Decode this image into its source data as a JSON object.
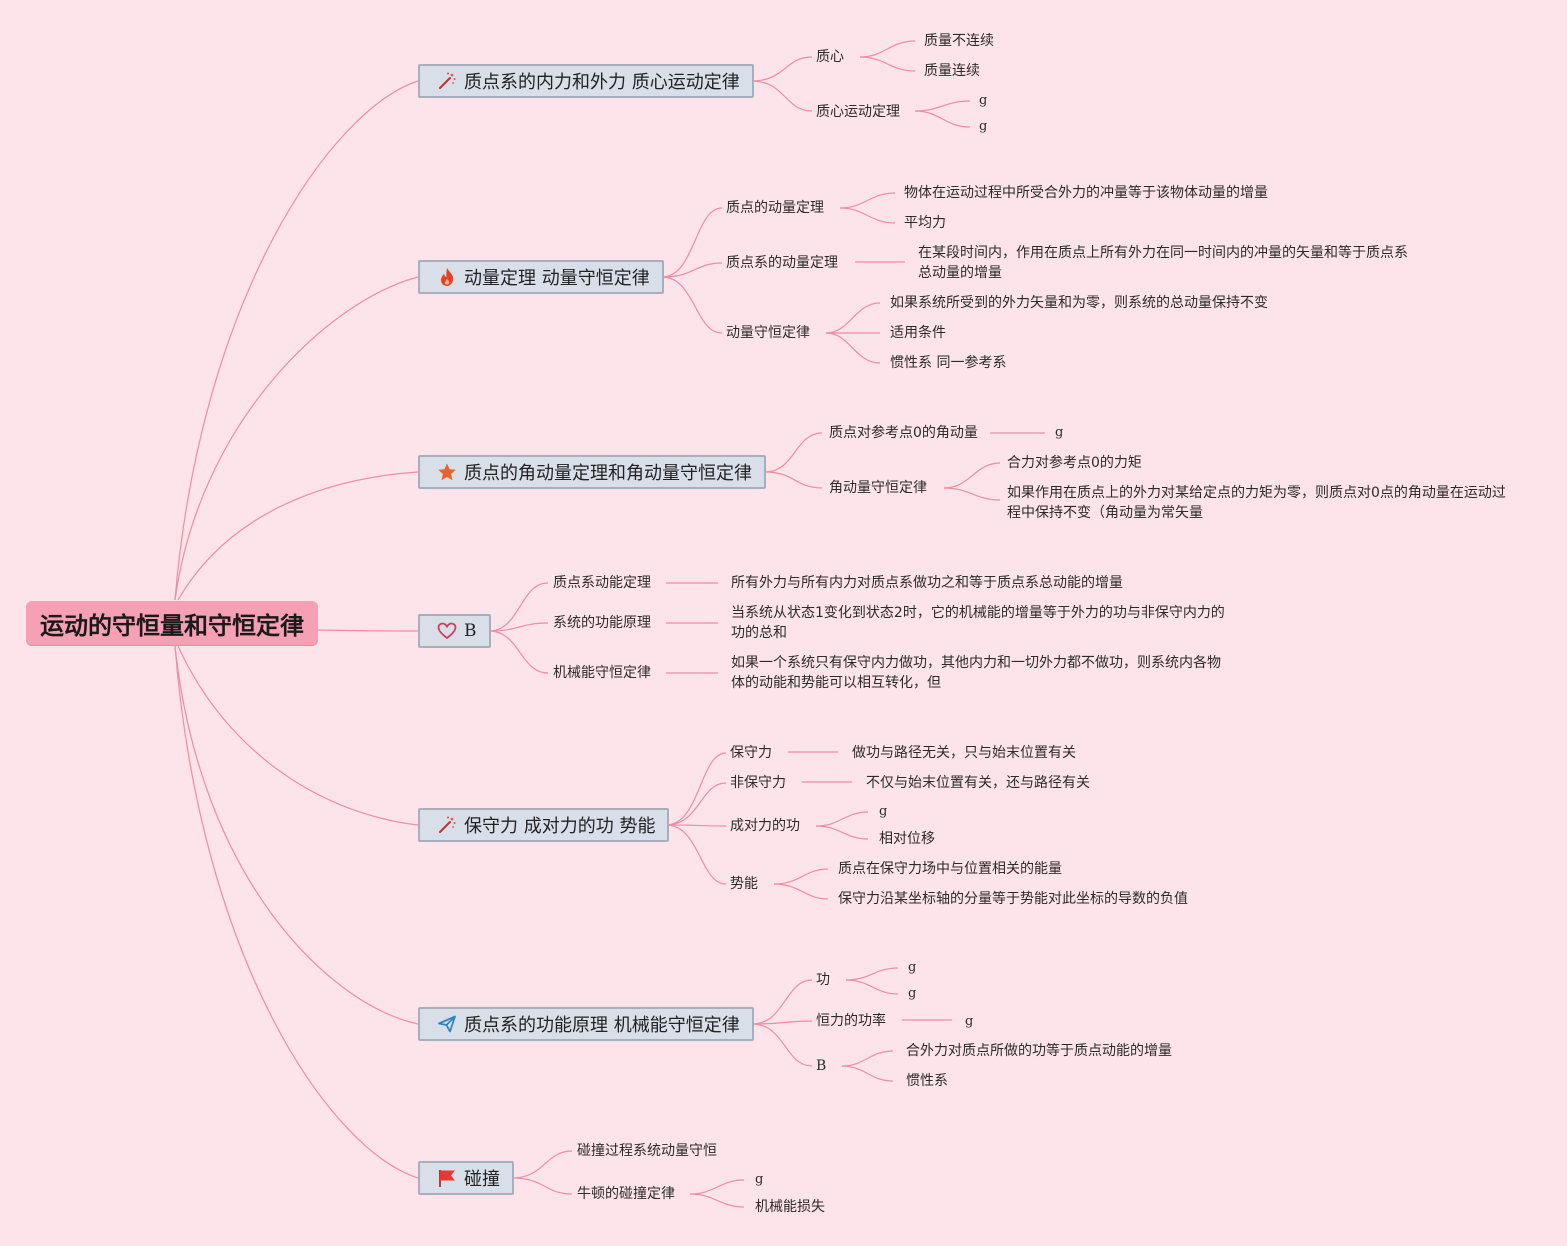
{
  "root": "运动的守恒量和守恒定律",
  "branches": [
    {
      "title": "质点系的内力和外力 质心运动定律",
      "icon": "magic-wand-icon",
      "children": [
        {
          "label": "质心",
          "children": [
            "质量不连续",
            "质量连续"
          ]
        },
        {
          "label": "质心运动定理",
          "children": [
            "g",
            "g"
          ]
        }
      ]
    },
    {
      "title": "动量定理 动量守恒定律",
      "icon": "fire-icon",
      "children": [
        {
          "label": "质点的动量定理",
          "children": [
            "物体在运动过程中所受合外力的冲量等于该物体动量的增量",
            "平均力"
          ]
        },
        {
          "label": "质点系的动量定理",
          "children": [
            "在某段时间内，作用在质点上所有外力在同一时间内的冲量的矢量和等于质点系总动量的增量"
          ]
        },
        {
          "label": "动量守恒定律",
          "children": [
            "如果系统所受到的外力矢量和为零，则系统的总动量保持不变",
            "适用条件",
            "惯性系 同一参考系"
          ]
        }
      ]
    },
    {
      "title": "质点的角动量定理和角动量守恒定律",
      "icon": "star-icon",
      "children": [
        {
          "label": "质点对参考点0的角动量",
          "children": [
            "g"
          ]
        },
        {
          "label": "角动量守恒定律",
          "children": [
            "合力对参考点0的力矩",
            "如果作用在质点上的外力对某给定点的力矩为零，则质点对0点的角动量在运动过程中保持不变（角动量为常矢量"
          ]
        }
      ]
    },
    {
      "title": "B",
      "icon": "heart-icon",
      "children": [
        {
          "label": "质点系动能定理",
          "children": [
            "所有外力与所有内力对质点系做功之和等于质点系总动能的增量"
          ]
        },
        {
          "label": "系统的功能原理",
          "children": [
            "当系统从状态1变化到状态2时，它的机械能的增量等于外力的功与非保守内力的功的总和"
          ]
        },
        {
          "label": "机械能守恒定律",
          "children": [
            "如果一个系统只有保守内力做功，其他内力和一切外力都不做功，则系统内各物体的动能和势能可以相互转化，但"
          ]
        }
      ]
    },
    {
      "title": "保守力 成对力的功 势能",
      "icon": "magic-wand-icon",
      "children": [
        {
          "label": "保守力",
          "children": [
            "做功与路径无关，只与始末位置有关"
          ]
        },
        {
          "label": "非保守力",
          "children": [
            "不仅与始末位置有关，还与路径有关"
          ]
        },
        {
          "label": "成对力的功",
          "children": [
            "g",
            "相对位移"
          ]
        },
        {
          "label": "势能",
          "children": [
            "质点在保守力场中与位置相关的能量",
            "保守力沿某坐标轴的分量等于势能对此坐标的导数的负值"
          ]
        }
      ]
    },
    {
      "title": "质点系的功能原理 机械能守恒定律",
      "icon": "paper-plane-icon",
      "children": [
        {
          "label": "功",
          "children": [
            "g",
            "g"
          ]
        },
        {
          "label": "恒力的功率",
          "children": [
            "g"
          ]
        },
        {
          "label": "B",
          "children": [
            "合外力对质点所做的功等于质点动能的增量",
            "惯性系"
          ]
        }
      ]
    },
    {
      "title": "碰撞",
      "icon": "flag-icon",
      "children": [
        {
          "label": "碰撞过程系统动量守恒",
          "children": []
        },
        {
          "label": "牛顿的碰撞定律",
          "children": [
            "g",
            "机械能损失"
          ]
        }
      ]
    }
  ]
}
